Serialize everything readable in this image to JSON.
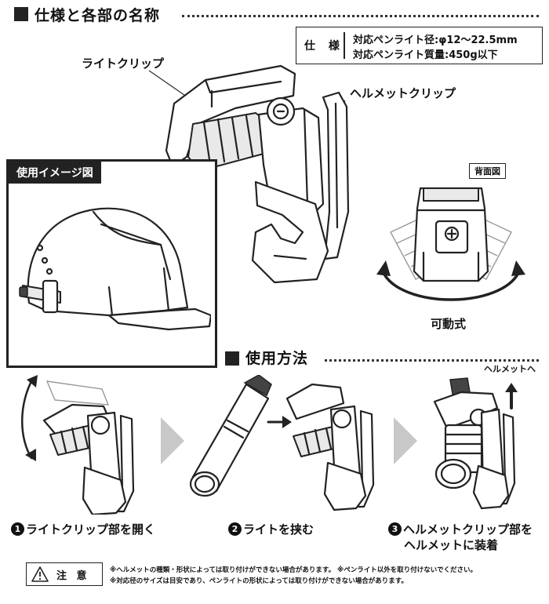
{
  "spec_section": {
    "title": "仕様と各部の名称",
    "spec_label": "仕 様",
    "spec_line1": "対応ペンライト径:φ12〜22.5mm",
    "spec_line2": "対応ペンライト質量:450g以下"
  },
  "parts": {
    "light_clip": "ライトクリップ",
    "helmet_clip": "ヘルメットクリップ",
    "back_view": "背面図",
    "movable": "可動式"
  },
  "usage_image": {
    "tab_label": "使用イメージ図"
  },
  "howto_section": {
    "title": "使用方法",
    "to_helmet": "ヘルメットへ",
    "steps": [
      {
        "num": "1",
        "text": "ライトクリップ部を開く"
      },
      {
        "num": "2",
        "text": "ライトを挟む"
      },
      {
        "num": "3",
        "text_line1": "ヘルメットクリップ部を",
        "text_line2": "ヘルメットに装着"
      }
    ]
  },
  "caution": {
    "label": "注 意",
    "note1": "※ヘルメットの種類・形状によっては取り付けができない場合があります。 ※ペンライト以外を取り付けないでください。",
    "note2": "※対応径のサイズは目安であり、ペンライトの形状によっては取り付けができない場合があります。"
  },
  "icons": [
    "warning-triangle-icon",
    "rotate-arrow-icon",
    "step-arrow-icon",
    "up-arrow-icon"
  ],
  "colors": {
    "ink": "#222222",
    "background": "#ffffff",
    "step_arrow": "#c8c8c8"
  }
}
